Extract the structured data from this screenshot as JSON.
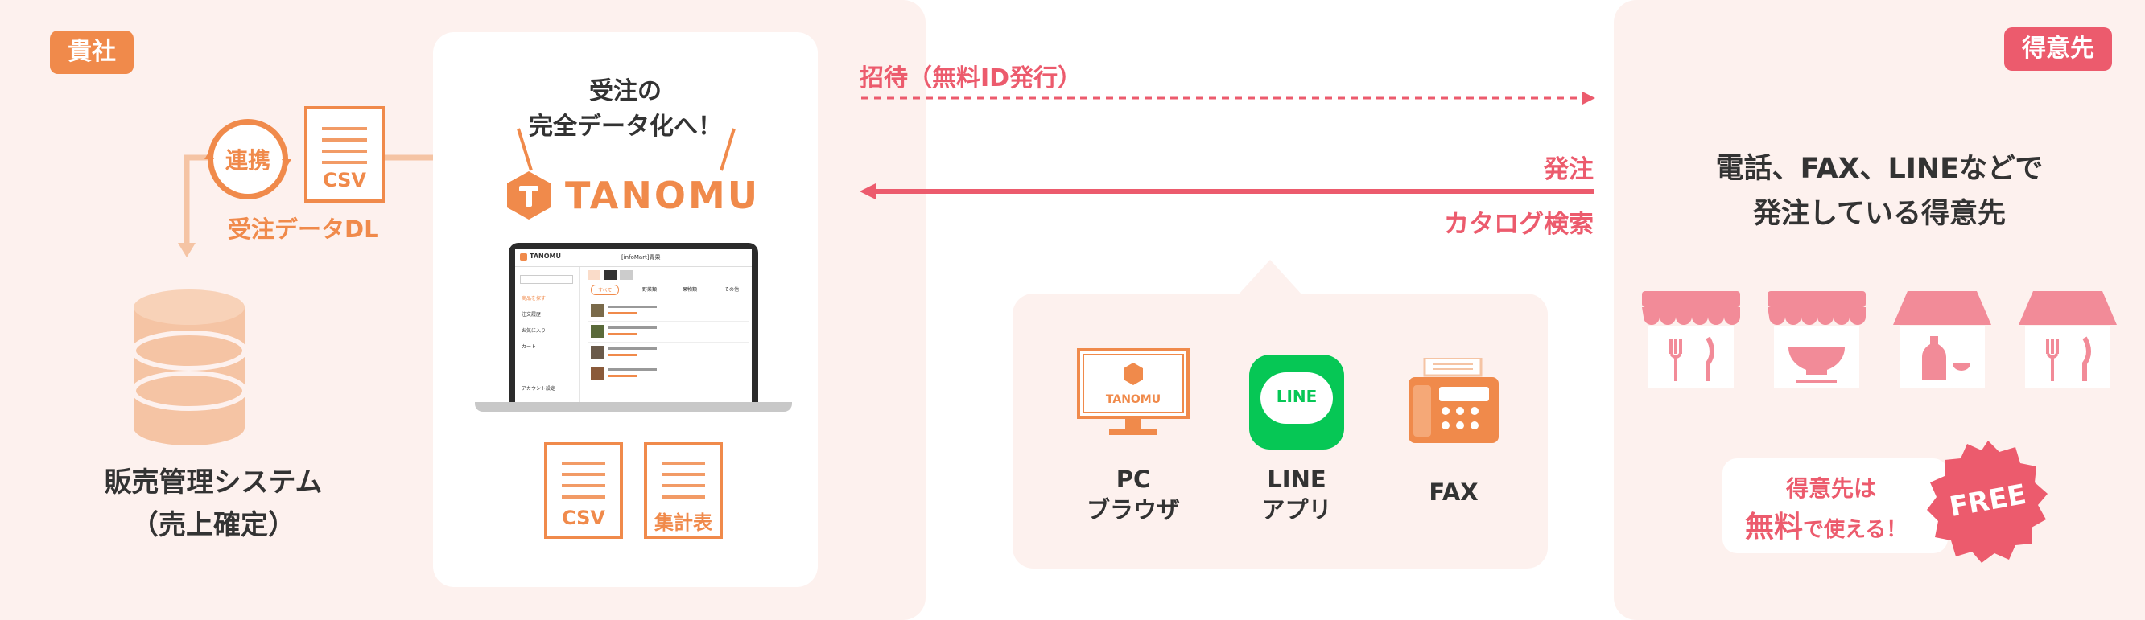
{
  "company": {
    "tag": "貴社",
    "link_label": "連携",
    "doc_label": "CSV",
    "download_label": "受注データDL",
    "system_name": "販売管理システム",
    "system_sub": "（売上確定）"
  },
  "center": {
    "headline_1": "受注の",
    "headline_2": "完全データ化へ！",
    "brand": "TANOMU",
    "doc1": "CSV",
    "doc2": "集計表",
    "laptop": {
      "title": "[infoMart]青果",
      "brand": "TANOMU",
      "menu": [
        "商品を探す",
        "注文履歴",
        "お気に入り",
        "カート",
        "アカウント設定"
      ],
      "filter_chips": [
        "すべて",
        "野菜類",
        "果物類",
        "その他"
      ]
    }
  },
  "arrows": {
    "invite": "招待（無料ID発行）",
    "order": "発注",
    "catalog": "カタログ検索"
  },
  "channels": {
    "pc_brand": "TANOMU",
    "pc_1": "PC",
    "pc_2": "ブラウザ",
    "line_logo": "LINE",
    "line_1": "LINE",
    "line_2": "アプリ",
    "fax": "FAX"
  },
  "customer": {
    "tag": "得意先",
    "line_1": "電話、FAX、LINEなどで",
    "line_2": "発注している得意先",
    "free_1": "得意先は",
    "free_2a": "無料",
    "free_2b": "で使える！",
    "free_badge": "FREE"
  },
  "colors": {
    "orange": "#f08a4b",
    "pink": "#ec5b6d",
    "panel_bg": "#fdf1ee",
    "line_green": "#06c755"
  }
}
